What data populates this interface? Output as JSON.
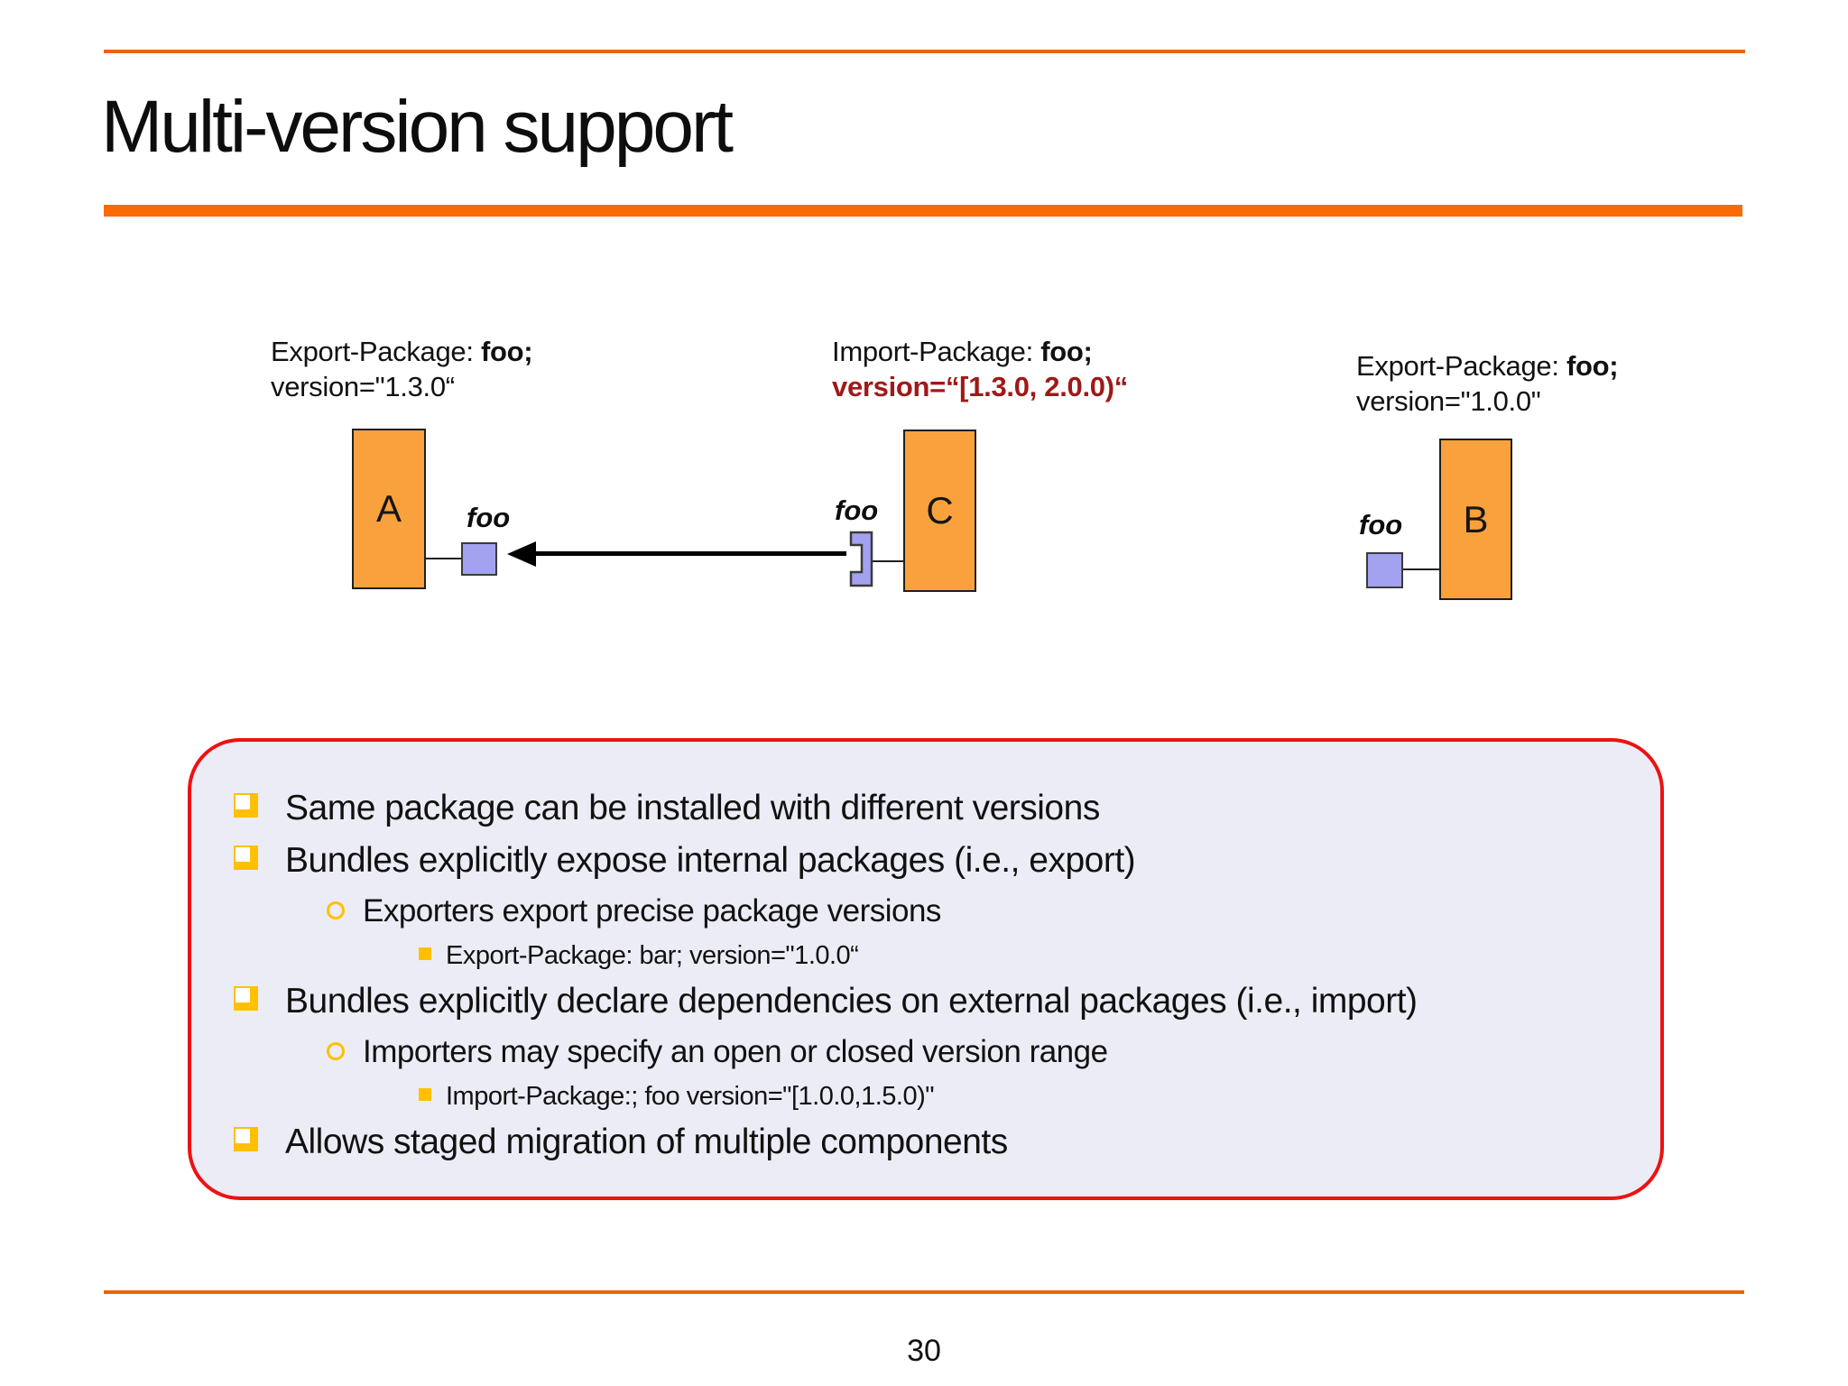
{
  "slide": {
    "title": "Multi-version support",
    "page_number": "30"
  },
  "colors": {
    "accent_orange": "#fa6b07",
    "thin_rule_orange": "#e8650d",
    "bundle_fill": "#f9a13c",
    "port_fill": "#a2a2f0",
    "callout_border_red": "#ee1111",
    "callout_fill": "#ececf6",
    "bullet_gold": "#ffc000",
    "highlight_text_red": "#a01818"
  },
  "annotations": [
    {
      "line1_prefix": "Export-Package: ",
      "package": "foo;",
      "line2": "version=\"1.3.0“"
    },
    {
      "line1_prefix": "Import-Package: ",
      "package": "foo;",
      "line2": "version=“[1.3.0, 2.0.0)“"
    },
    {
      "line1_prefix": "Export-Package: ",
      "package": "foo;",
      "line2": "version=\"1.0.0\""
    }
  ],
  "bundles": [
    {
      "label": "A",
      "port_label": "foo"
    },
    {
      "label": "C",
      "port_label": "foo"
    },
    {
      "label": "B",
      "port_label": "foo"
    }
  ],
  "callout": {
    "items": [
      {
        "level": 1,
        "text": "Same package can be installed with different versions"
      },
      {
        "level": 1,
        "text": "Bundles explicitly expose internal packages (i.e., export)"
      },
      {
        "level": 2,
        "text": "Exporters export precise package versions"
      },
      {
        "level": 3,
        "text": "Export-Package: bar; version=\"1.0.0“"
      },
      {
        "level": 1,
        "text": "Bundles explicitly declare dependencies on external packages (i.e., import)"
      },
      {
        "level": 2,
        "text": "Importers may specify an open or closed version range"
      },
      {
        "level": 3,
        "text": "Import-Package:; foo version=\"[1.0.0,1.5.0)\""
      },
      {
        "level": 1,
        "text": "Allows staged migration of multiple components"
      }
    ]
  }
}
